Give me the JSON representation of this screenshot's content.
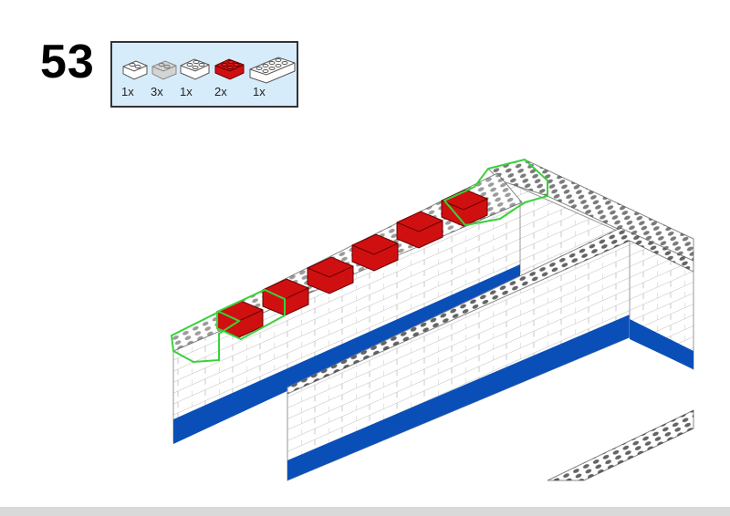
{
  "step": {
    "number": "53"
  },
  "parts": [
    {
      "name": "brick-1x2-white",
      "qty": "1x",
      "color": "#ffffff"
    },
    {
      "name": "brick-1x2-trans-clear",
      "qty": "3x",
      "color": "#d4d4d4"
    },
    {
      "name": "brick-2x2-white",
      "qty": "1x",
      "color": "#ffffff"
    },
    {
      "name": "brick-2x2-red",
      "qty": "2x",
      "color": "#d01010"
    },
    {
      "name": "brick-2x4-white",
      "qty": "1x",
      "color": "#ffffff"
    }
  ],
  "colors": {
    "wall": "#ffffff",
    "base": "#0a4fb8",
    "highlight": "#3bd13b",
    "red": "#d01010",
    "panel": "#d7ecfb"
  }
}
